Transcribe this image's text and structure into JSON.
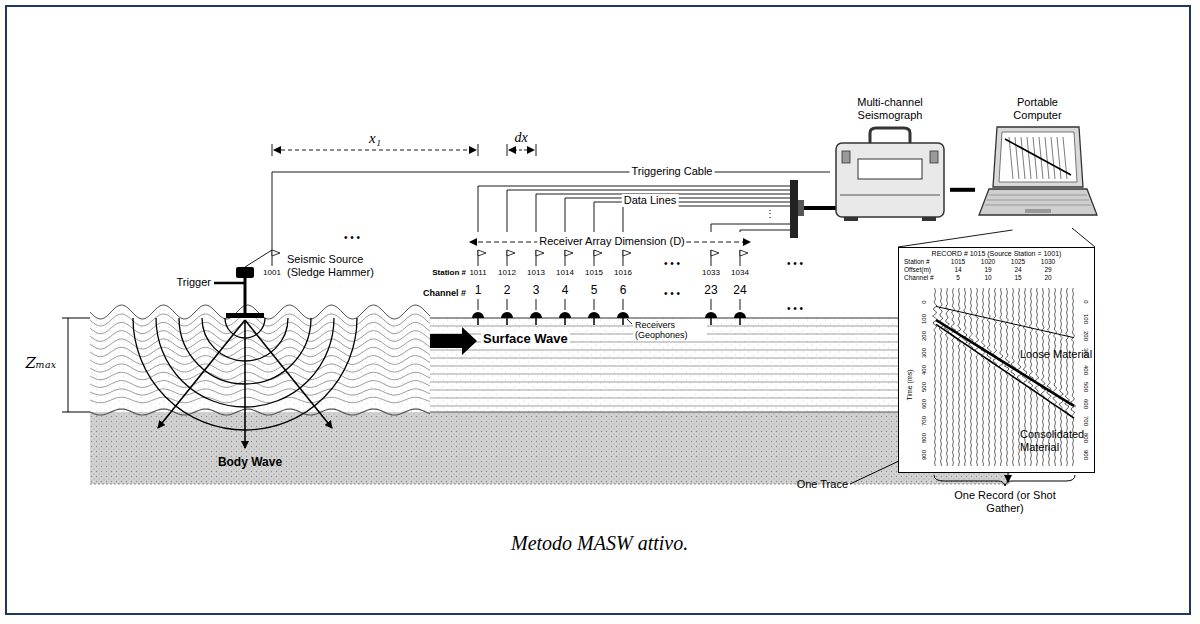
{
  "diagram": {
    "caption": "Metodo MASW attivo.",
    "nodes": [
      {
        "text": [
          "Multi-channel Seismograph"
        ]
      },
      {
        "text": [
          "Portable Computer"
        ]
      },
      {
        "text": [
          "RECORD # 1015 (Source Station = 1001)"
        ]
      }
    ],
    "edges": [
      {
        "from": 0,
        "to": 1,
        "arrow": "none"
      },
      {
        "from": 1,
        "to": 2,
        "arrow": "none"
      }
    ],
    "labels": [
      "x₁",
      "dx",
      "Triggering Cable",
      "Data Lines",
      "Receiver Array Dimension (D)",
      "• • •",
      "1001",
      "Station #",
      "1011",
      "1012",
      "1013",
      "1014",
      "1015",
      "1016",
      "• • •",
      "1033",
      "1034",
      "• • •",
      "Channel #",
      "1",
      "2",
      "3",
      "4",
      "5",
      "6",
      "• • •",
      "23",
      "24",
      "• • •",
      "Trigger",
      "Seismic Source (Sledge Hammer)",
      "Surface Wave",
      "Receivers (Geophones)",
      "Loose Material",
      "Consolidated Material",
      "Body Wave",
      "Zₘₐₓ",
      "⋮",
      "Station #",
      "1015",
      "1020",
      "1025",
      "1030",
      "Offset(m)",
      "14",
      "19",
      "24",
      "29",
      "Channel #",
      "5",
      "10",
      "15",
      "20",
      "Time (ms)",
      "0",
      "100",
      "200",
      "300",
      "400",
      "500",
      "600",
      "700",
      "800",
      "900",
      "0",
      "100",
      "200",
      "300",
      "400",
      "500",
      "600",
      "700",
      "800",
      "900",
      "One Trace",
      "One Record (or Shot Gather)"
    ]
  }
}
